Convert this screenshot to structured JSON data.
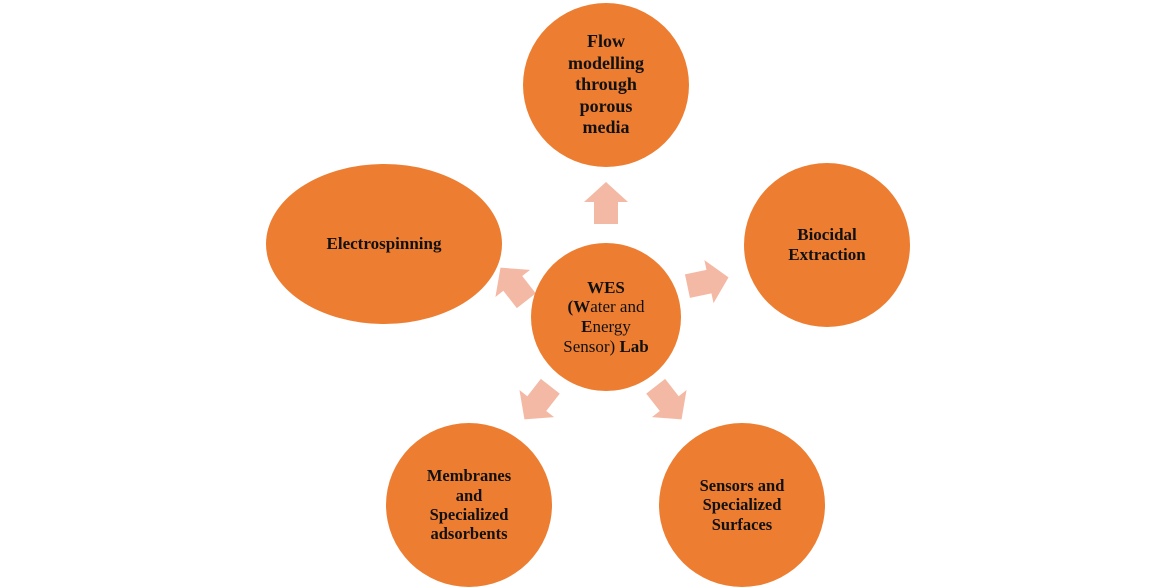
{
  "center": {
    "line1": "WES",
    "line2": {
      "open": "(",
      "initial": "W",
      "rest": "ater and"
    },
    "line3": {
      "initial": "E",
      "rest": "nergy"
    },
    "line4": {
      "text": "Sensor)",
      "bold_tail": " Lab"
    }
  },
  "nodes": {
    "top": "Flow\nmodelling\nthrough\nporous\nmedia",
    "right": "Biocidal\nExtraction",
    "left": "Electrospinning",
    "bottom_left": "Membranes\nand\nSpecialized\nadsorbents",
    "bottom_right": "Sensors and\nSpecialized\nSurfaces"
  },
  "colors": {
    "node_fill": "#ed7d31",
    "arrow_fill": "#f4b9a4",
    "text": "#111111"
  }
}
